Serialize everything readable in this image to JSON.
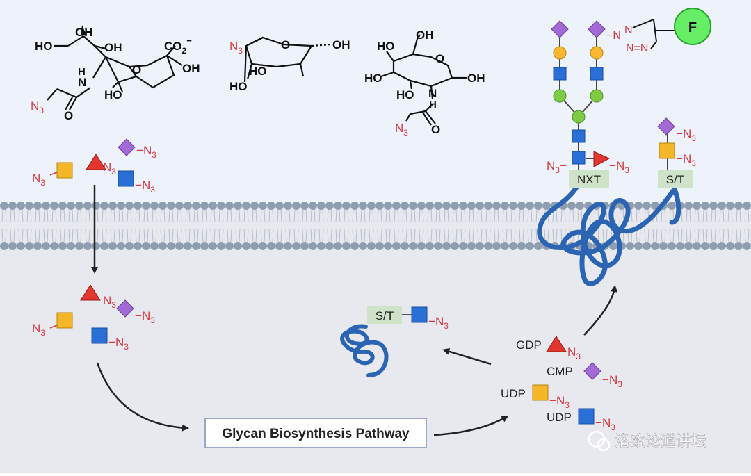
{
  "colors": {
    "upper_bg": "#eef3fb",
    "lower_bg": "#e8e9ee",
    "membrane_head": "#8f9db0",
    "protein": "#2a64b3",
    "square_blue": "#2a6fd6",
    "square_yellow": "#f5b728",
    "circle_yellow": "#f7b731",
    "circle_green": "#7fcb45",
    "triangle_red": "#e2362f",
    "diamond_purple": "#a26ad4",
    "azide_red": "#d9363e",
    "label_box": "#cfe3c9",
    "fluor_green": "#66ee66"
  },
  "labels": {
    "azide": "N3",
    "azide_sub_n": "N",
    "azide_sub_3": "3",
    "neu_ho1": "HO",
    "neu_oh_top": "OH",
    "neu_oh_mid": "OH",
    "neu_co2": "CO",
    "neu_co2_sub": "2",
    "neu_co2_sup": "−",
    "neu_oh_right": "OH",
    "neu_o_ring": "O",
    "neu_ho_bottom": "HO",
    "neu_h": "H",
    "neu_n": "N",
    "neu_o_carbonyl": "O",
    "fuc_o_ring": "O",
    "fuc_oh": "OH",
    "fuc_ho1": "HO",
    "fuc_ho2": "HO",
    "glc_ho_top": "HO",
    "glc_oh_top": "OH",
    "glc_o_ring": "O",
    "glc_ho_left": "HO",
    "glc_oh_right": "OH",
    "glc_ho_bottom": "HO",
    "glc_n": "N",
    "glc_h": "H",
    "glc_o_carbonyl": "O",
    "fluor_f": "F",
    "nxt": "NXT",
    "st_right": "S/T",
    "st_inner": "S/T",
    "gdp": "GDP",
    "cmp": "CMP",
    "udp1": "UDP",
    "udp2": "UDP",
    "pathway": "Glycan Biosynthesis Pathway",
    "watermark": "洛致论道讲坛"
  }
}
